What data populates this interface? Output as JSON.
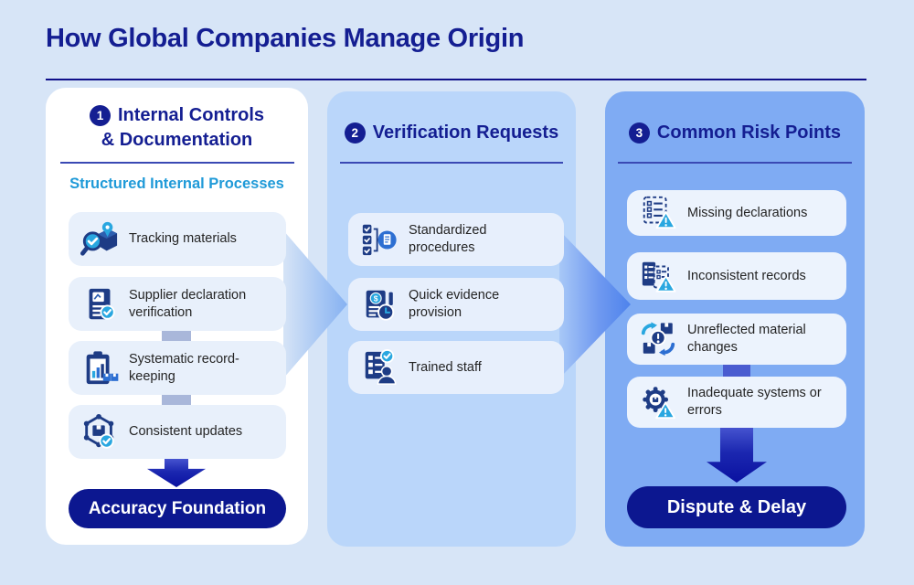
{
  "page": {
    "title": "How Global Companies Manage Origin"
  },
  "columns": [
    {
      "badge": "1",
      "title_line1": "Internal Controls",
      "title_line2": "& Documentation",
      "subtitle": "Structured Internal Processes",
      "items": [
        {
          "icon": "tracking-materials-icon",
          "label": "Tracking materials"
        },
        {
          "icon": "supplier-declaration-verification-icon",
          "label": "Supplier declaration verification"
        },
        {
          "icon": "systematic-record-keeping-icon",
          "label": "Systematic record-keeping"
        },
        {
          "icon": "consistent-updates-icon",
          "label": "Consistent updates"
        }
      ],
      "footer": "Accuracy Foundation"
    },
    {
      "badge": "2",
      "title_line1": "Verification Requests",
      "items": [
        {
          "icon": "standardized-procedures-icon",
          "label": "Standardized procedures"
        },
        {
          "icon": "quick-evidence-provision-icon",
          "label": "Quick evidence provision"
        },
        {
          "icon": "trained-staff-icon",
          "label": "Trained staff"
        }
      ]
    },
    {
      "badge": "3",
      "title_line1": "Common Risk Points",
      "items": [
        {
          "icon": "missing-declarations-icon",
          "label": "Missing declarations"
        },
        {
          "icon": "inconsistent-records-icon",
          "label": "Inconsistent records"
        },
        {
          "icon": "unreflected-material-changes-icon",
          "label": "Unreflected material changes"
        },
        {
          "icon": "inadequate-systems-icon",
          "label": "Inadequate systems or errors"
        }
      ],
      "footer": "Dispute & Delay"
    }
  ],
  "colors": {
    "background": "#d7e5f7",
    "navy_text": "#141e92",
    "pill_navy": "#0c1790",
    "card_2_blue": "#bad6fa",
    "card_3_blue": "#7fabf3",
    "subtitle_cyan": "#1f9ad8",
    "icon_cyan": "#29a7e0",
    "icon_navy": "#1e3c85"
  }
}
